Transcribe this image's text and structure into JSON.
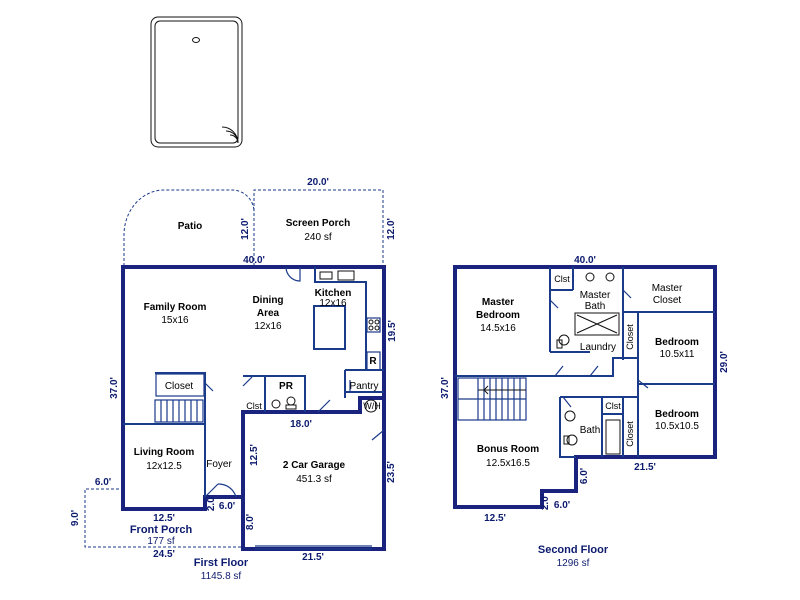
{
  "pool": {},
  "first_floor": {
    "title": "First Floor",
    "area": "1145.8 sf",
    "rooms": {
      "patio": "Patio",
      "screen_porch": "Screen Porch",
      "screen_porch_area": "240 sf",
      "family_room": "Family Room",
      "family_room_size": "15x16",
      "dining": "Dining",
      "dining2": "Area",
      "dining_size": "12x16",
      "kitchen": "Kitchen",
      "kitchen_size": "12x16",
      "closet": "Closet",
      "pr": "PR",
      "clst": "Clst",
      "pantry": "Pantry",
      "ref": "R",
      "living_room": "Living Room",
      "living_room_size": "12x12.5",
      "foyer": "Foyer",
      "garage": "2 Car Garage",
      "garage_area": "451.3 sf",
      "front_porch": "Front Porch",
      "front_porch_area": "177 sf",
      "wh": "W/H"
    },
    "dims": {
      "porch_width": "20.0'",
      "porch_depth_left": "12.0'",
      "porch_depth_right": "12.0'",
      "top_width": "40.0'",
      "left_depth": "37.0'",
      "right_upper": "19.5'",
      "garage_top": "18.0'",
      "garage_right": "23.5'",
      "garage_inner": "12.5'",
      "garage_bottom": "21.5'",
      "garage_left_low": "8.0'",
      "foyer_jog_w": "6.0'",
      "foyer_jog_h": "2.0'",
      "porch_left_w": "6.0'",
      "porch_left_h": "9.0'",
      "front_top": "12.5'",
      "front_bottom": "24.5'"
    }
  },
  "second_floor": {
    "title": "Second Floor",
    "area": "1296 sf",
    "rooms": {
      "master_bedroom": "Master",
      "master_bedroom2": "Bedroom",
      "master_bedroom_size": "14.5x16",
      "clst": "Clst",
      "master_bath": "Master",
      "master_bath2": "Bath",
      "master_closet": "Master",
      "master_closet2": "Closet",
      "laundry": "Laundry",
      "closet_v": "Closet",
      "bedroom_a": "Bedroom",
      "bedroom_a_size": "10.5x11",
      "bonus": "Bonus Room",
      "bonus_size": "12.5x16.5",
      "bath": "Bath",
      "clst2": "Clst",
      "closet_v2": "Closet",
      "bedroom_b": "Bedroom",
      "bedroom_b_size": "10.5x10.5"
    },
    "dims": {
      "top_width": "40.0'",
      "left_depth": "37.0'",
      "right_depth": "29.0'",
      "step_width": "21.5'",
      "step_height": "6.0'",
      "bottom_left": "12.5'",
      "jog_w": "6.0'",
      "jog_h": "2.0'"
    }
  }
}
